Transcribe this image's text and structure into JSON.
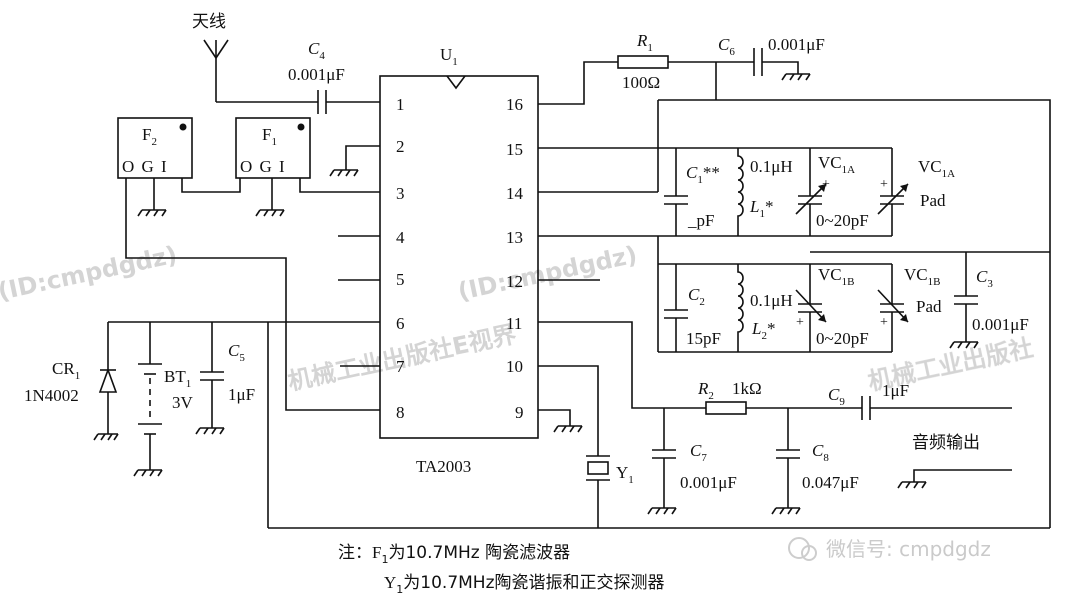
{
  "ic": {
    "name": "U",
    "sub": "1",
    "part": "TA2003",
    "pins_left": [
      "1",
      "2",
      "3",
      "4",
      "5",
      "6",
      "7",
      "8"
    ],
    "pins_right": [
      "16",
      "15",
      "14",
      "13",
      "12",
      "11",
      "10",
      "9"
    ]
  },
  "antenna": "天线",
  "c4": {
    "name": "C",
    "sub": "4",
    "value": "0.001μF"
  },
  "r1": {
    "name": "R",
    "sub": "1",
    "value": "100Ω"
  },
  "c6": {
    "name": "C",
    "sub": "6",
    "value": "0.001μF"
  },
  "f2": {
    "name": "F",
    "sub": "2",
    "pins": "O G I"
  },
  "f1": {
    "name": "F",
    "sub": "1",
    "pins": "O G I"
  },
  "c1": {
    "name": "C",
    "sub": "1",
    "mark": "**",
    "value": "_pF"
  },
  "l1": {
    "value": "0.1μH",
    "name": "L",
    "sub": "1",
    "mark": "*"
  },
  "vc1a": {
    "name": "VC",
    "sub": "1A",
    "range": "0~20pF"
  },
  "vc1a_pad": {
    "name": "VC",
    "sub": "1A",
    "note": "Pad"
  },
  "c2": {
    "name": "C",
    "sub": "2",
    "value": "15pF"
  },
  "l2": {
    "value": "0.1μH",
    "name": "L",
    "sub": "2",
    "mark": "*"
  },
  "vc1b": {
    "name": "VC",
    "sub": "1B",
    "range": "0~20pF"
  },
  "vc1b_pad": {
    "name": "VC",
    "sub": "1B",
    "note": "Pad"
  },
  "c3": {
    "name": "C",
    "sub": "3",
    "value": "0.001μF"
  },
  "cr1": {
    "name": "CR",
    "sub": "1",
    "value": "1N4002"
  },
  "bt1": {
    "name": "BT",
    "sub": "1",
    "value": "3V"
  },
  "c5": {
    "name": "C",
    "sub": "5",
    "value": "1μF"
  },
  "r2": {
    "name": "R",
    "sub": "2",
    "value": "1kΩ"
  },
  "c9": {
    "name": "C",
    "sub": "9",
    "value": "1μF"
  },
  "c7": {
    "name": "C",
    "sub": "7",
    "value": "0.001μF"
  },
  "c8": {
    "name": "C",
    "sub": "8",
    "value": "0.047μF"
  },
  "y1": {
    "name": "Y",
    "sub": "1"
  },
  "audio_out": "音频输出",
  "note": {
    "prefix": "注：",
    "line1_name": "F",
    "line1_sub": "1",
    "line1_text": "为10.7MHz 陶瓷滤波器",
    "line2_name": "Y",
    "line2_sub": "1",
    "line2_text": "为10.7MHz陶瓷谐振和正交探测器"
  },
  "watermarks": {
    "id_text": "(ID:cmpdgdz)",
    "publisher": "机械工业出版社E视界",
    "publisher_short": "机械工业出版社",
    "wechat": "微信号: cmpdgdz"
  }
}
